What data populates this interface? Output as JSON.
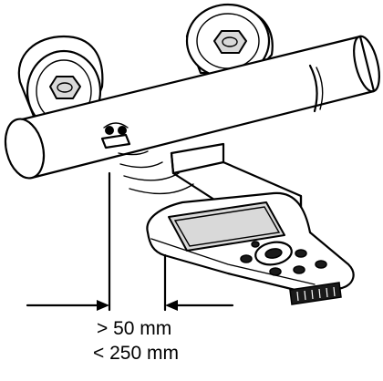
{
  "distance": {
    "min_label": "> 50 mm",
    "max_label": "< 250 mm"
  },
  "icons": {
    "sensor": "sensor-eye-icon",
    "signal": "signal-waves-icon",
    "remote": "remote-control-icon",
    "faucet": "shower-mixer-illustration"
  }
}
